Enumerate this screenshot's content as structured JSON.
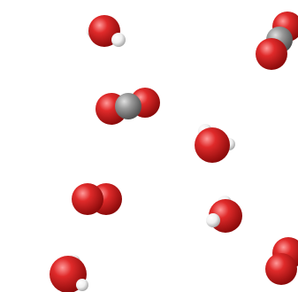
{
  "scene": {
    "background": "#ffffff",
    "atom_colors": {
      "oxygen": "#d91f1f",
      "carbon": "#8f8f8f",
      "hydrogen": "#f2f2f2"
    },
    "molecules": [
      {
        "kind": "water",
        "name": "water-molecule"
      },
      {
        "kind": "carbon-dioxide",
        "name": "carbon-dioxide-molecule"
      },
      {
        "kind": "carbon-dioxide",
        "name": "carbon-dioxide-molecule"
      },
      {
        "kind": "water",
        "name": "water-molecule"
      },
      {
        "kind": "oxygen-gas",
        "name": "oxygen-molecule"
      },
      {
        "kind": "water",
        "name": "water-molecule"
      },
      {
        "kind": "water",
        "name": "water-molecule"
      },
      {
        "kind": "oxygen-gas",
        "name": "oxygen-molecule"
      }
    ]
  }
}
